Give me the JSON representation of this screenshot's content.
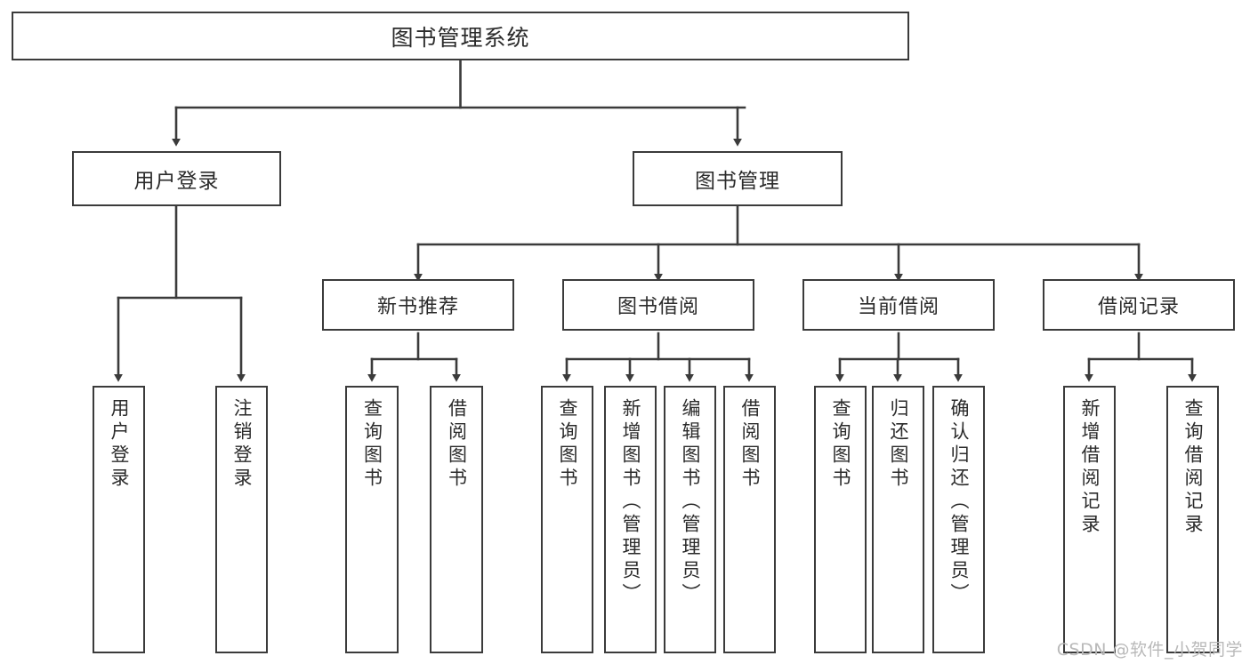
{
  "diagram": {
    "title": "图书管理系统",
    "type": "tree-hierarchy",
    "colors": {
      "box_border": "#3b3b3b",
      "box_fill": "#ffffff",
      "connector": "#3b3b3b",
      "text": "#2b2b2b",
      "watermark": "#b9b9b9",
      "background": "#ffffff"
    },
    "root": {
      "label": "图书管理系统"
    },
    "level1": [
      {
        "id": "user-login",
        "label": "用户登录"
      },
      {
        "id": "book-manage",
        "label": "图书管理"
      }
    ],
    "level2": [
      {
        "id": "new-book-rec",
        "label": "新书推荐"
      },
      {
        "id": "book-borrow",
        "label": "图书借阅"
      },
      {
        "id": "current-borrow",
        "label": "当前借阅"
      },
      {
        "id": "borrow-record",
        "label": "借阅记录"
      }
    ],
    "leaves": {
      "user_login": [
        {
          "id": "leaf-user-login",
          "label": "用户登录"
        },
        {
          "id": "leaf-user-logout",
          "label": "注销登录"
        }
      ],
      "new_book_rec": [
        {
          "id": "leaf-query-book-1",
          "label": "查询图书"
        },
        {
          "id": "leaf-borrow-book-1",
          "label": "借阅图书"
        }
      ],
      "book_borrow": [
        {
          "id": "leaf-query-book-2",
          "label": "查询图书"
        },
        {
          "id": "leaf-add-book",
          "label": "新增图书（管理员）"
        },
        {
          "id": "leaf-edit-book",
          "label": "编辑图书（管理员）"
        },
        {
          "id": "leaf-borrow-book-2",
          "label": "借阅图书"
        }
      ],
      "current_borrow": [
        {
          "id": "leaf-query-book-3",
          "label": "查询图书"
        },
        {
          "id": "leaf-return-book",
          "label": "归还图书"
        },
        {
          "id": "leaf-confirm-return",
          "label": "确认归还（管理员）"
        }
      ],
      "borrow_record": [
        {
          "id": "leaf-add-record",
          "label": "新增借阅记录"
        },
        {
          "id": "leaf-query-record",
          "label": "查询借阅记录"
        }
      ]
    }
  },
  "watermark": {
    "text": "CSDN @软件_小贺同学"
  }
}
